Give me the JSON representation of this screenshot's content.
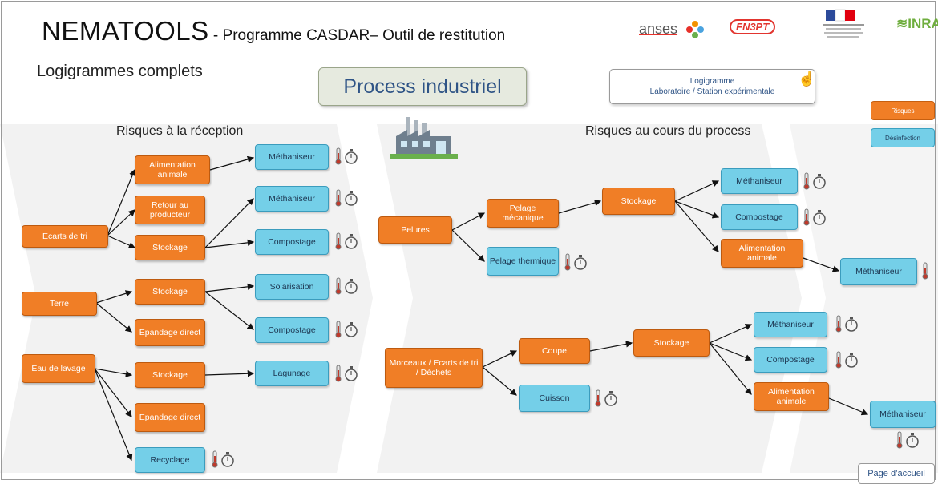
{
  "header": {
    "title_main": "NEMATOOLS",
    "title_rest": " - Programme CASDAR– Outil de restitution",
    "subtitle": "Logigrammes complets"
  },
  "buttons": {
    "process": "Process industriel",
    "logigramme_line1": "Logigramme",
    "logigramme_line2": "Laboratoire / Station expérimentale",
    "home": "Page d’accueil"
  },
  "logos": {
    "anses": "anses",
    "fnpt": "FN3PT",
    "inra": "INRA"
  },
  "legend": {
    "risques": "Risques",
    "desinfection": "Désinfection"
  },
  "sections": {
    "reception": "Risques à la réception",
    "process": "Risques au cours du process"
  },
  "nodes": {
    "ecarts_tri": "Ecarts de tri",
    "alim_animale_1": "Alimentation animale",
    "retour_producteur": "Retour au producteur",
    "stockage_1": "Stockage",
    "methaniseur_1": "Méthaniseur",
    "methaniseur_2": "Méthaniseur",
    "compostage_1": "Compostage",
    "terre": "Terre",
    "stockage_2": "Stockage",
    "epandage_1": "Epandage direct",
    "solarisation": "Solarisation",
    "compostage_2": "Compostage",
    "eau_lavage": "Eau de lavage",
    "stockage_3": "Stockage",
    "epandage_2": "Epandage direct",
    "recyclage": "Recyclage",
    "lagunage": "Lagunage",
    "pelures": "Pelures",
    "pelage_meca": "Pelage mécanique",
    "pelage_therm": "Pelage thermique",
    "stockage_4": "Stockage",
    "methaniseur_3": "Méthaniseur",
    "compostage_3": "Compostage",
    "alim_animale_2": "Alimentation animale",
    "methaniseur_4": "Méthaniseur",
    "morceaux": "Morceaux / Ecarts de tri / Déchets",
    "coupe": "Coupe",
    "cuisson": "Cuisson",
    "stockage_5": "Stockage",
    "methaniseur_5": "Méthaniseur",
    "compostage_4": "Compostage",
    "alim_animale_3": "Alimentation animale",
    "methaniseur_6": "Méthaniseur"
  },
  "colors": {
    "risk": "#f07e26",
    "disinfection": "#74cfe8",
    "title_blue": "#2f5486",
    "chevron": "#efefef"
  },
  "icons": [
    "thermometer-icon",
    "timer-icon",
    "factory-icon",
    "pointer-hand-icon"
  ]
}
